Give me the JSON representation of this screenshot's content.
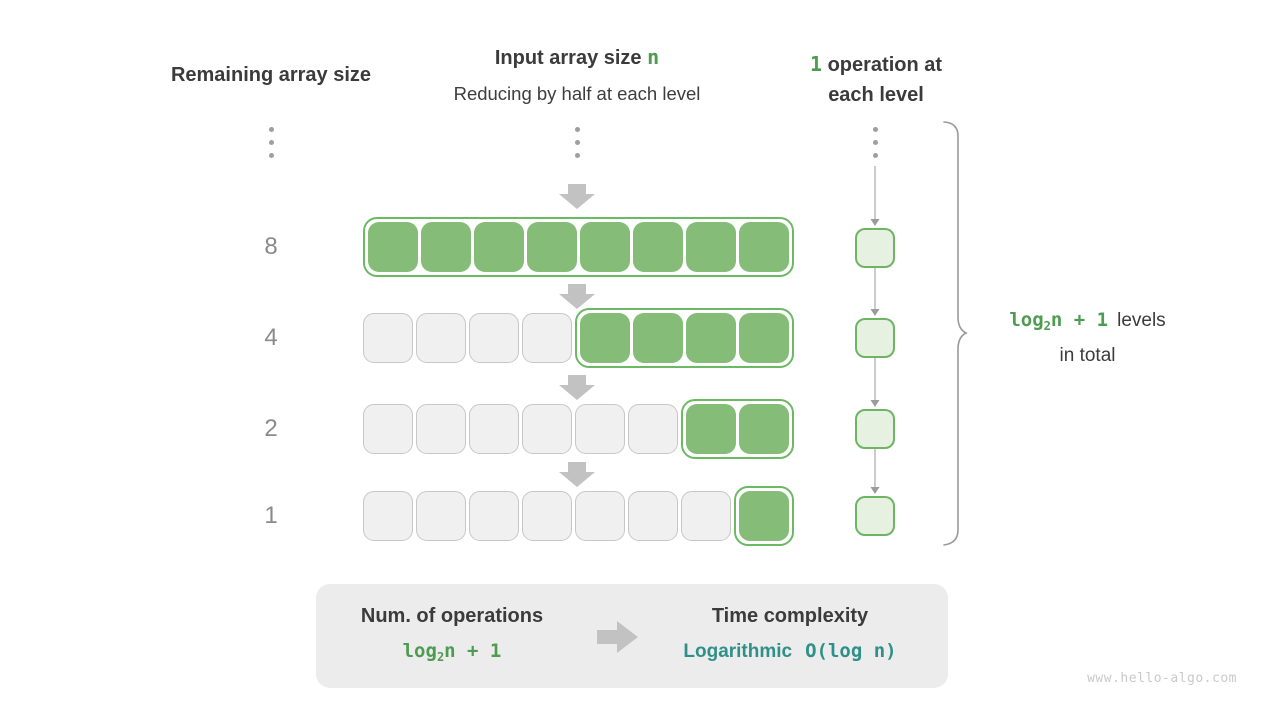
{
  "header": {
    "col_remaining": "Remaining array size",
    "col_input_prefix": "Input array size ",
    "col_input_var": "n",
    "col_input_sub": "Reducing by half at each level",
    "col_ops_num": "1",
    "col_ops_line1": "operation at",
    "col_ops_line2": "each level"
  },
  "diagram": {
    "rows": [
      {
        "label": "8",
        "total": 8,
        "active": 8
      },
      {
        "label": "4",
        "total": 8,
        "active": 4
      },
      {
        "label": "2",
        "total": 8,
        "active": 2
      },
      {
        "label": "1",
        "total": 8,
        "active": 1
      }
    ],
    "operations_per_level": 1
  },
  "brace": {
    "formula_fn": "log",
    "formula_sub": "2",
    "formula_rest": "n + 1",
    "label_line1_suffix": "levels",
    "label_line2": "in total"
  },
  "summary": {
    "left_title": "Num. of operations",
    "left_fn": "log",
    "left_sub": "2",
    "left_rest": "n + 1",
    "right_title": "Time complexity",
    "right_name": "Logarithmic",
    "right_big_o": "O(log n)"
  },
  "watermark": "www.hello-algo.com",
  "colors": {
    "green_fill": "#84bc78",
    "green_border": "#6cb964",
    "green_light_fill": "#e7f1e1",
    "green_text": "#4d9c51",
    "teal_text": "#2f9089",
    "gray_cell_fill": "#f0f0f0",
    "gray_cell_border": "#c7c7c7",
    "arrow_gray": "#c2c2c2",
    "connector_gray": "#a9a9a9",
    "dark_text": "#3b3b3b",
    "label_gray": "#8a8a8a",
    "box_bg": "#ececec"
  }
}
